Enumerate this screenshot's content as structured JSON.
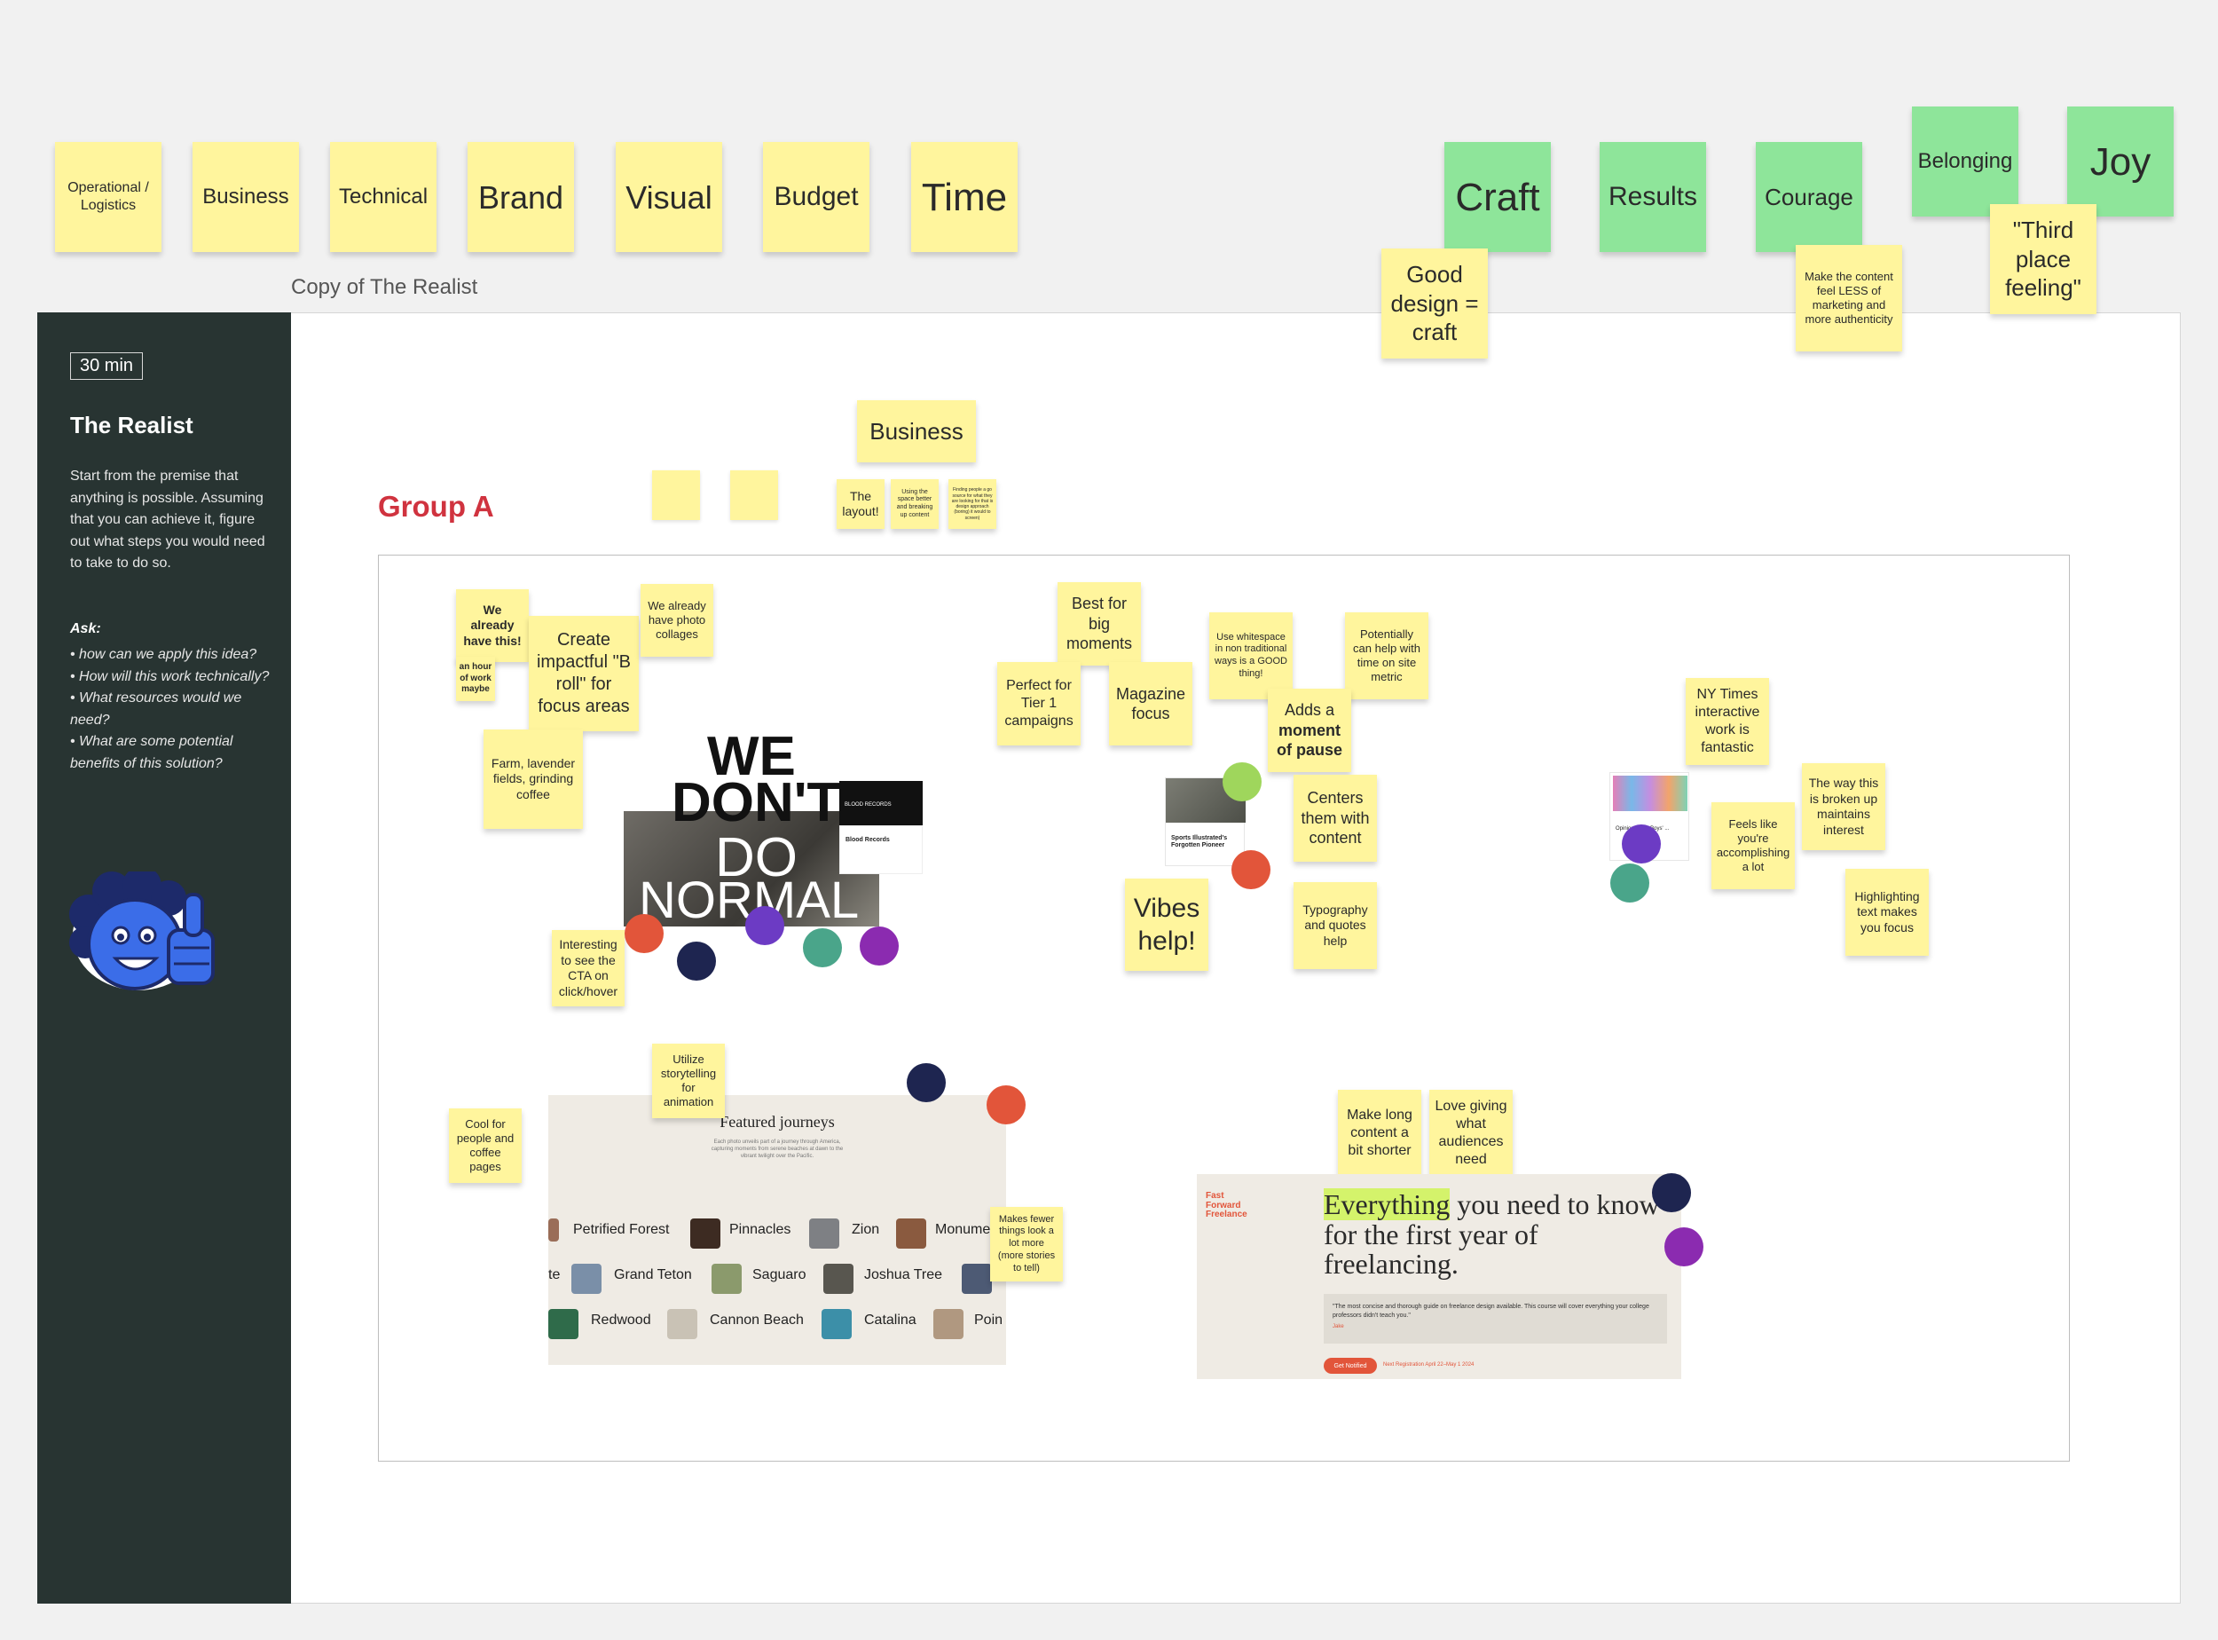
{
  "header_stickies": {
    "operational": "Operational / Logistics",
    "business": "Business",
    "technical": "Technical",
    "brand": "Brand",
    "visual": "Visual",
    "budget": "Budget",
    "time": "Time"
  },
  "value_stickies": {
    "craft": "Craft",
    "results": "Results",
    "courage": "Courage",
    "belonging": "Belonging",
    "joy": "Joy",
    "good_design": "Good design = craft",
    "less_marketing": "Make the content feel LESS of marketing and more authenticity",
    "third_place": "\"Third place feeling\""
  },
  "frame": {
    "label": "Copy of The Realist"
  },
  "side_panel": {
    "timer": "30 min",
    "title": "The Realist",
    "description": "Start from the premise that anything is possible. Assuming that you can achieve it, figure out what steps you would need to take to do so.",
    "ask_label": "Ask:",
    "asks": [
      "• how can we apply this idea?",
      "• How will this work technically?",
      "• What resources would we need?",
      "• What are some potential benefits of this solution?"
    ]
  },
  "group": {
    "title": "Group A",
    "business_label": "Business",
    "business_notes": [
      "The layout!",
      "Using the space better and breaking up content",
      "Finding people a go source for what they are looking for that is design approach (boring) it would to screen)"
    ]
  },
  "notes": {
    "already_have": "We already have this!",
    "hour_of_work": "an hour of work maybe",
    "b_roll": "Create impactful \"B roll\" for focus areas",
    "photo_collages": "We already have photo collages",
    "farm": "Farm, lavender fields, grinding coffee",
    "cta": "Interesting to see the CTA on click/hover",
    "best_for_big": "Best for big moments",
    "tier1": "Perfect for Tier 1 campaigns",
    "magazine": "Magazine focus",
    "whitespace": "Use whitespace in non traditional ways is a GOOD thing!",
    "time_metric": "Potentially can help with time on site metric",
    "pause_prefix": "Adds a",
    "pause_bold": "moment of pause",
    "centers": "Centers them with content",
    "vibes": "Vibes help!",
    "typography": "Typography and quotes help",
    "nyt": "NY Times interactive work is fantastic",
    "broken_up": "The way this is broken up maintains interest",
    "accomplishing": "Feels like you're accomplishing a lot",
    "highlighting": "Highlighting text makes you focus",
    "storytelling": "Utilize storytelling for animation",
    "cool_for": "Cool for people and coffee pages",
    "fewer_things": "Makes fewer things look a lot more (more stories to tell)",
    "long_content": "Make long content a bit shorter",
    "love_giving": "Love giving what audiences need"
  },
  "screens": {
    "wdd_line1": "WE",
    "wdd_line2": "DON'T",
    "wdd_line3": "DO",
    "wdd_line4": "NORMAL",
    "blood_records_header": "BLOOD RECORDS",
    "blood_records_title": "Blood Records",
    "sports_title": "Sports Illustrated's Forgotten Pioneer",
    "nyt_caption": "Opinion · 'The Boys' ...",
    "journeys_title": "Featured journeys",
    "journeys_subtitle": "Each photo unveils part of a journey through America, capturing moments from serene beaches at dawn to the vibrant twilight over the Pacific.",
    "journeys_row1": [
      "Petrified Forest",
      "Pinnacles",
      "Zion",
      "Monume"
    ],
    "journeys_row2": [
      "te",
      "Grand Teton",
      "Saguaro",
      "Joshua Tree"
    ],
    "journeys_row3": [
      "Redwood",
      "Cannon Beach",
      "Catalina",
      "Poin"
    ],
    "fff_brand": "Fast Forward Freelance",
    "fff_headline_highlight": "Everything",
    "fff_headline_rest": " you need to know for the first year of freelancing.",
    "fff_quote": "\"The most concise and thorough guide on freelance design available. This course will cover everything your college professors didn't teach you.\"",
    "fff_quote_author": "Jake",
    "fff_button": "Get Notified",
    "fff_registration": "Next Registration April 22–May 1 2024"
  },
  "colors": {
    "sticky_yellow": "#fff59d",
    "sticky_green": "#8ee59a",
    "panel_dark": "#283432",
    "group_red": "#d0333f",
    "dot_orange": "#e2553a",
    "dot_navy": "#1e2550",
    "dot_purple": "#6c3bc4",
    "dot_teal": "#4aa58a",
    "dot_magenta": "#8b2bb0",
    "dot_lime": "#9fd65c"
  }
}
